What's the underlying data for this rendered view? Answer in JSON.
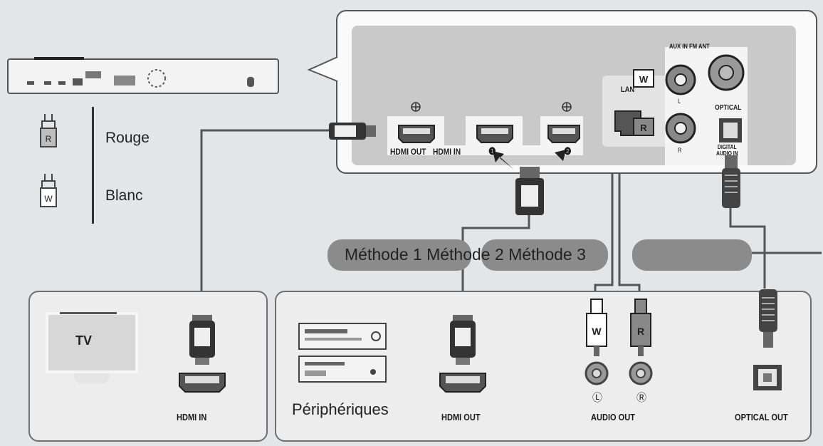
{
  "legend": {
    "red": {
      "plug_letter": "R",
      "label": "Rouge"
    },
    "white": {
      "plug_letter": "W",
      "label": "Blanc"
    }
  },
  "rear_panel": {
    "port_hdmi_out": "HDMI OUT",
    "port_hdmi_in": "HDMI IN",
    "port_in_1": "❶",
    "port_in_2": "❷",
    "port_lan": "LAN",
    "port_aux_fm": "AUX IN FM ANT",
    "port_optical": "OPTICAL",
    "port_digital_audio_in": "DIGITAL AUDIO IN",
    "aux_left": "L",
    "aux_right": "R"
  },
  "methods": {
    "method1": "Méthode 1",
    "method2": "Méthode 2",
    "method3": "Méthode 3"
  },
  "tv_panel": {
    "tv_label": "TV",
    "port_label": "HDMI IN"
  },
  "devices_panel": {
    "title": "Périphériques",
    "hdmi_out": "HDMI OUT",
    "audio_out": "AUDIO OUT",
    "optical_out": "OPTICAL OUT",
    "jack_left": "Ⓛ",
    "jack_right": "Ⓡ",
    "plug_w": "W",
    "plug_r": "R"
  },
  "colors": {
    "panel_bg": "#ededed",
    "border": "#6f6f6f",
    "pill": "#8b8b8b",
    "cable": "#555555"
  }
}
